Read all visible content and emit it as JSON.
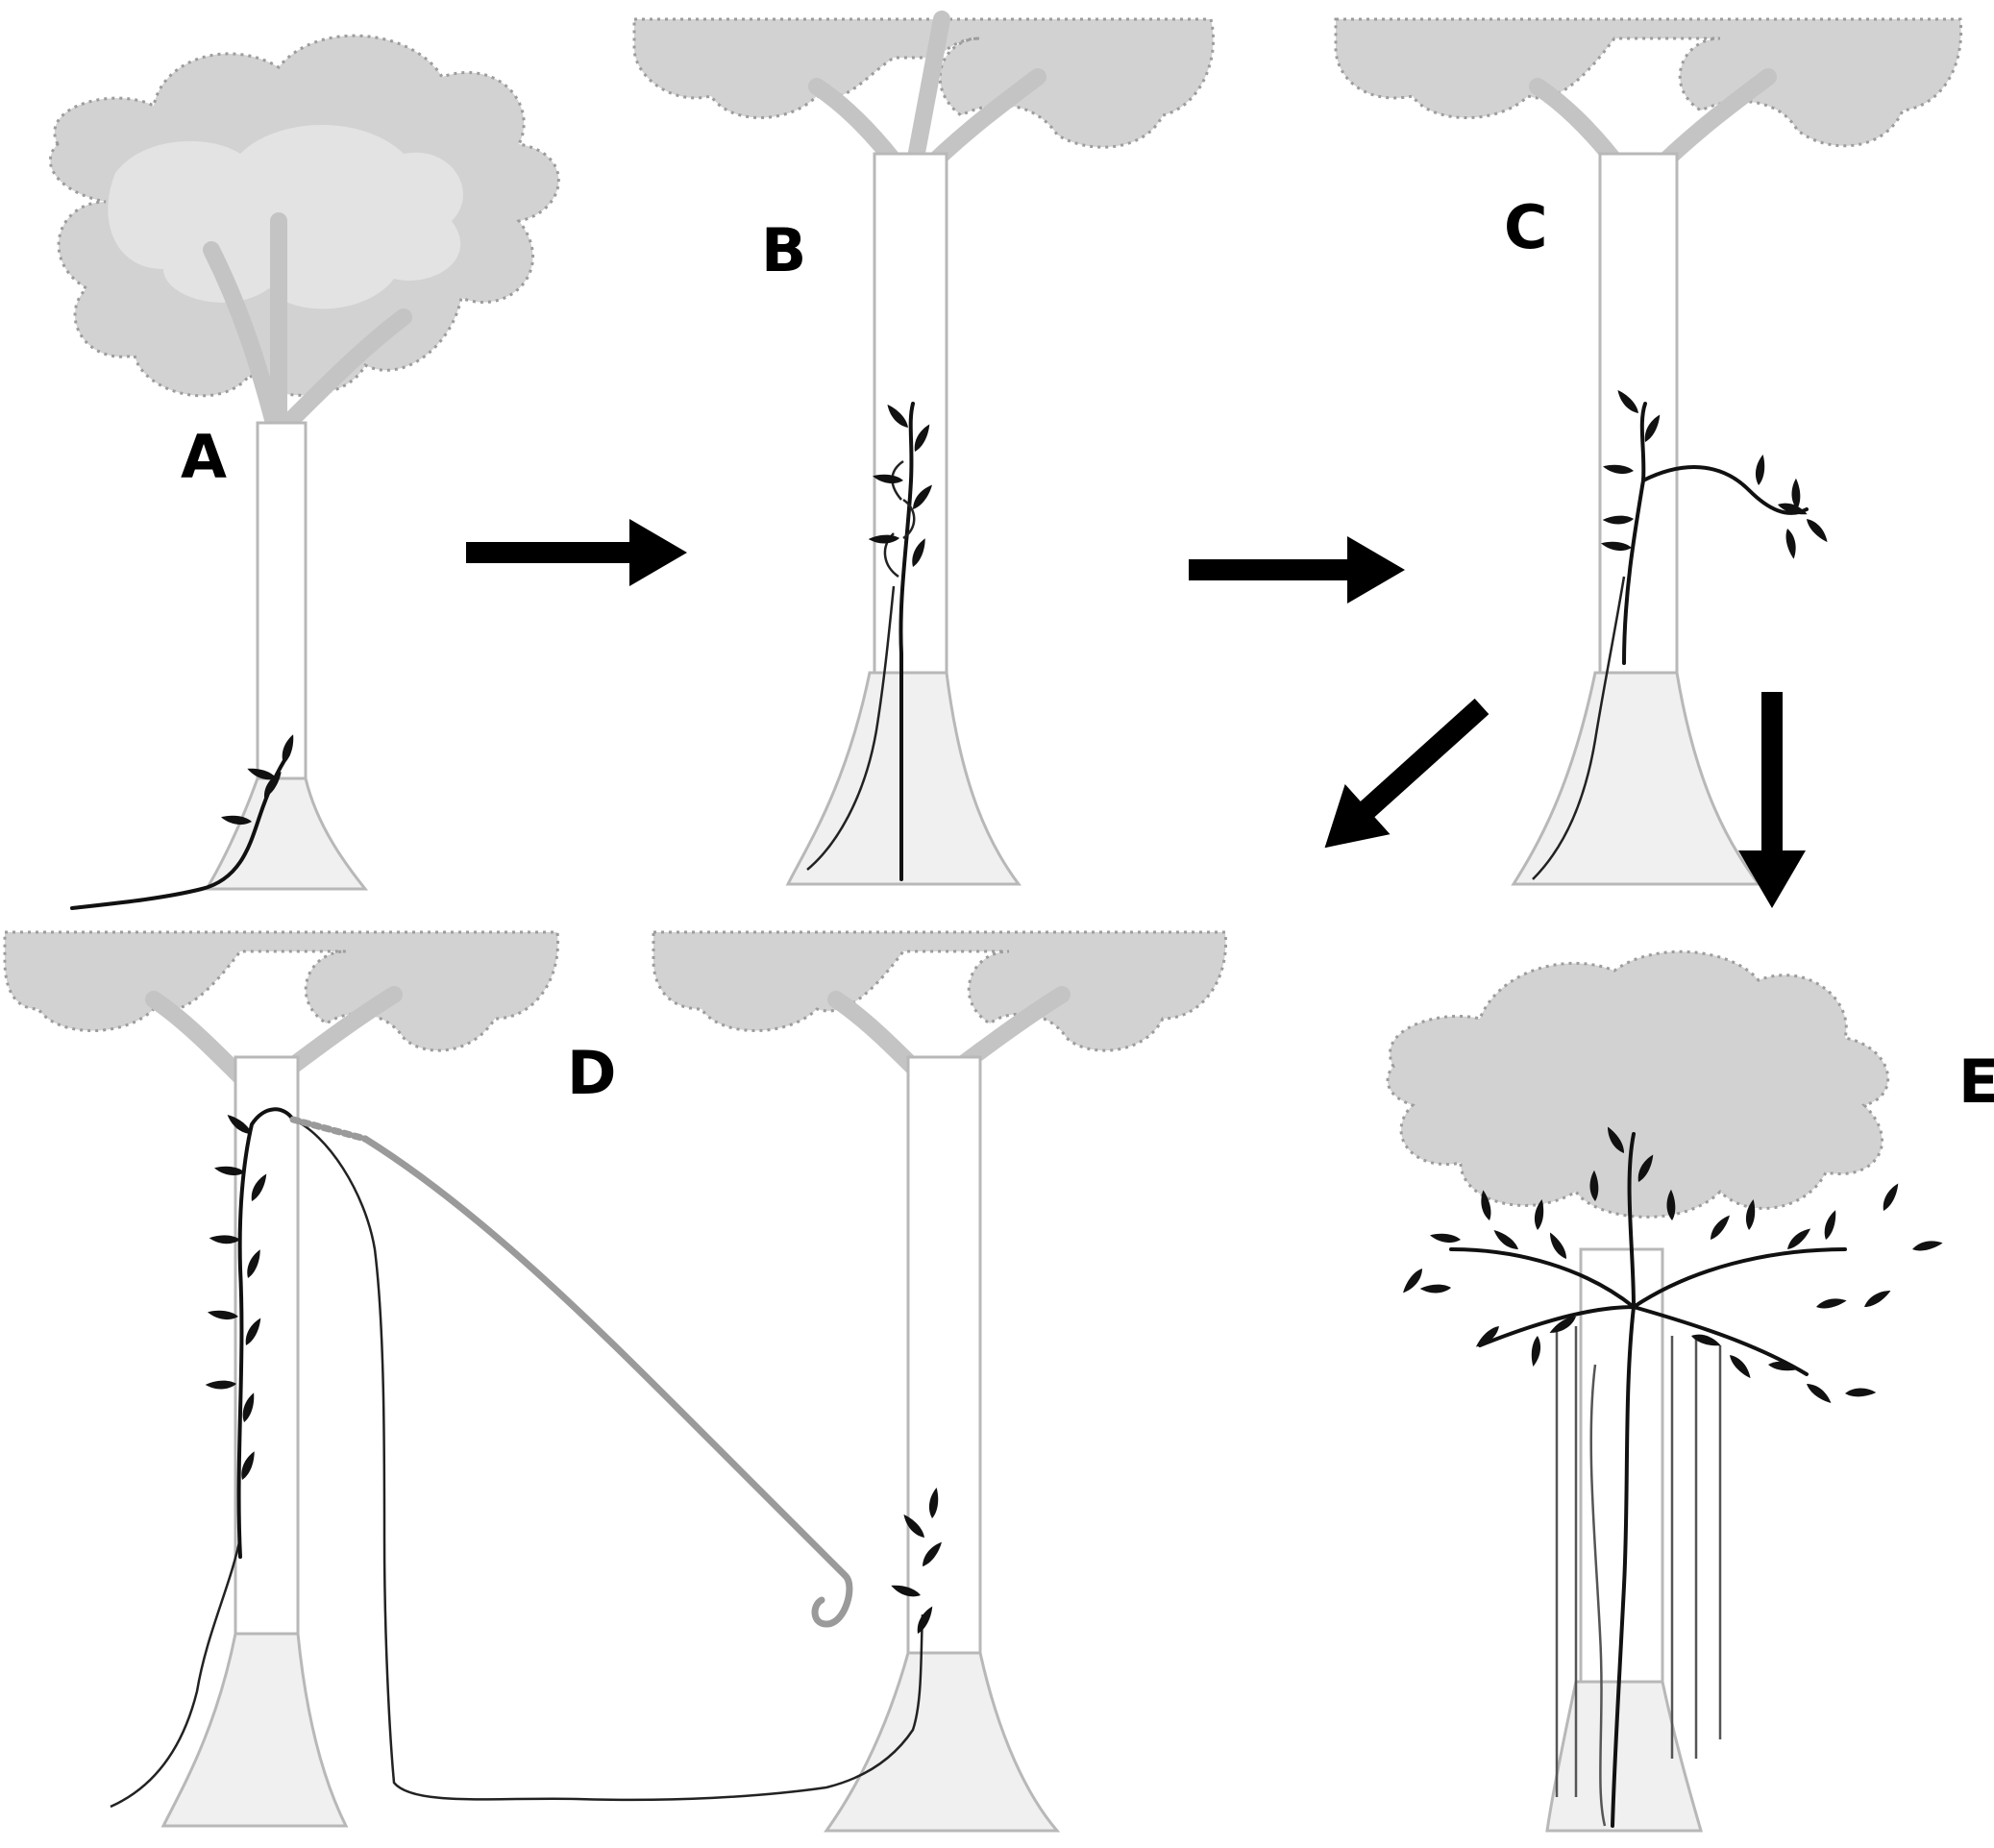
{
  "figure": {
    "panels": [
      {
        "id": "A",
        "label": "A"
      },
      {
        "id": "B",
        "label": "B"
      },
      {
        "id": "C",
        "label": "C"
      },
      {
        "id": "D",
        "label": "D"
      },
      {
        "id": "E",
        "label": "E"
      }
    ]
  },
  "colors": {
    "ink": "#000000",
    "canopy": "#d2d2d2",
    "vine": "#111111",
    "background": "#ffffff"
  }
}
